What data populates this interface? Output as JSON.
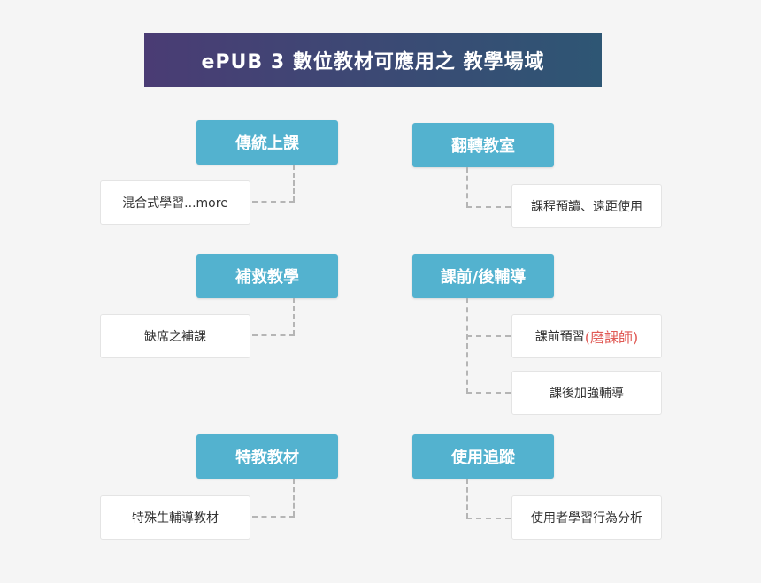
{
  "title": "ePUB 3 數位教材可應用之 教學場域",
  "categories": [
    {
      "label": "傳統上課",
      "items": [
        "混合式學習...more"
      ]
    },
    {
      "label": "翻轉教室",
      "items": [
        "課程預讀、遠距使用"
      ]
    },
    {
      "label": "補救教學",
      "items": [
        "缺席之補課"
      ]
    },
    {
      "label": "課前/後輔導",
      "items": [
        {
          "text": "課前預習",
          "highlight": "(磨課師)"
        },
        "課後加強輔導"
      ]
    },
    {
      "label": "特教教材",
      "items": [
        "特殊生輔導教材"
      ]
    },
    {
      "label": "使用追蹤",
      "items": [
        "使用者學習行為分析"
      ]
    }
  ],
  "colors": {
    "category_bg": "#53b2cf",
    "highlight": "#e05a55",
    "banner_from": "#4a3c74",
    "banner_to": "#2e5674"
  }
}
